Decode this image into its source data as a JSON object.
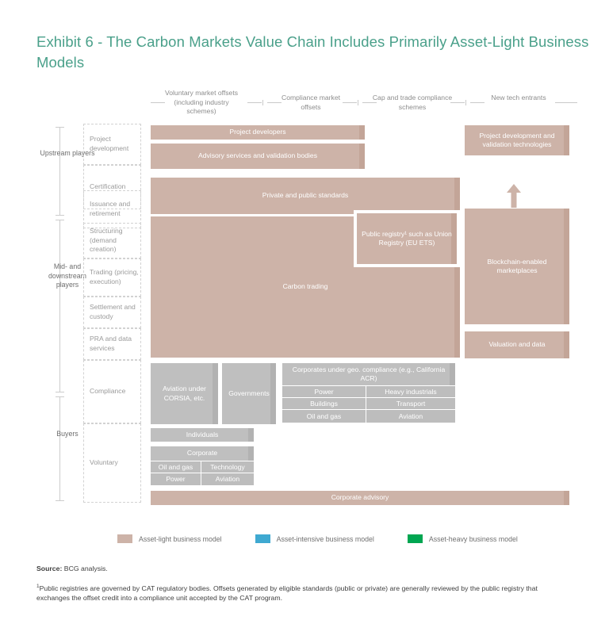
{
  "title": "Exhibit 6 - The Carbon Markets Value Chain Includes Primarily Asset-Light Business Models",
  "title_color": "#4aa08a",
  "columns": [
    {
      "label": "Voluntary market offsets (including industry schemes)"
    },
    {
      "label": "Compliance market offsets"
    },
    {
      "label": "Cap and trade compliance schemes"
    },
    {
      "label": "New tech entrants"
    }
  ],
  "player_groups": [
    {
      "label": "Upstream players"
    },
    {
      "label": "Mid- and downstream players"
    },
    {
      "label": "Buyers"
    }
  ],
  "rows": [
    {
      "label": "Project development"
    },
    {
      "label": "Certification"
    },
    {
      "label": "Issuance and retirement"
    },
    {
      "label": "Structuring (demand creation)"
    },
    {
      "label": "Trading (pricing, execution)"
    },
    {
      "label": "Settlement and custody"
    },
    {
      "label": "PRA and data services"
    },
    {
      "label": "Compliance"
    },
    {
      "label": "Voluntary"
    }
  ],
  "boxes": {
    "project_developers": "Project developers",
    "advisory_services": "Advisory services and validation bodies",
    "private_public_standards": "Private and public standards",
    "public_registry": "Public registry¹ such as Union Registry (EU ETS)",
    "carbon_trading": "Carbon trading",
    "project_dev_tech": "Project development and validation technologies",
    "blockchain_marketplaces": "Blockchain-enabled marketplaces",
    "valuation_and_data": "Valuation and data",
    "aviation_corsia": "Aviation under CORSIA, etc.",
    "governments": "Governments",
    "corporates_geo": "Corporates under geo. compliance (e.g., California ACR)",
    "corporates_sectors": [
      "Power",
      "Heavy industrials",
      "Buildings",
      "Transport",
      "Oil and gas",
      "Aviation"
    ],
    "individuals": "Individuals",
    "corporate": "Corporate",
    "corporate_sectors": [
      "Oil and gas",
      "Technology",
      "Power",
      "Aviation"
    ],
    "corporate_advisory": "Corporate advisory"
  },
  "legend": [
    {
      "label": "Asset-light business model",
      "color": "#cdb3a8"
    },
    {
      "label": "Asset-intensive business model",
      "color": "#3fa9d1"
    },
    {
      "label": "Asset-heavy business model",
      "color": "#00a651"
    }
  ],
  "footer": {
    "source_label": "Source:",
    "source_text": " BCG analysis.",
    "note_marker": "1",
    "note_text": "Public registries are governed by CAT regulatory bodies. Offsets generated by eligible standards (public or private) are generally reviewed by the public registry that exchanges the offset credit into a compliance unit accepted by the CAT program."
  }
}
